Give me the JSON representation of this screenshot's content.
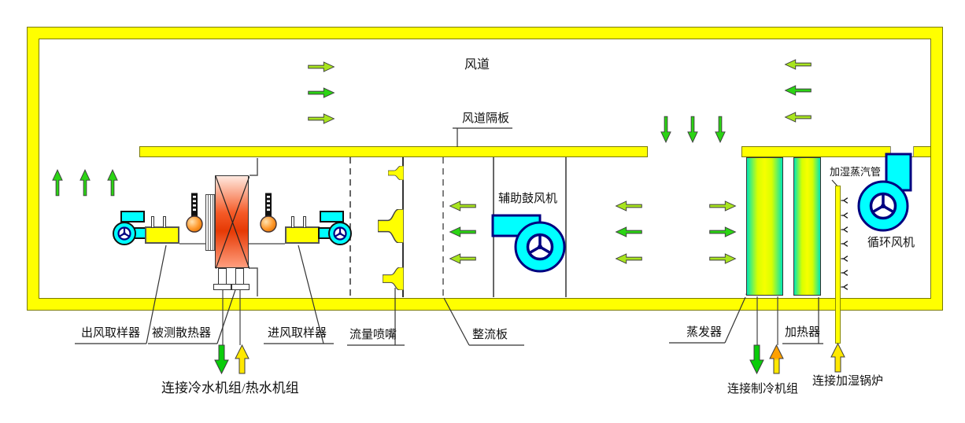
{
  "labels": {
    "duct": "风道",
    "duct_partition": "风道隔板",
    "auxiliary_blower": "辅助鼓风机",
    "humidifier_steam_pipe": "加湿蒸汽管",
    "circulation_fan": "循环风机",
    "outlet_air_sampler": "出风取样器",
    "tested_radiator": "被测散热器",
    "inlet_air_sampler": "进风取样器",
    "flow_nozzle": "流量喷嘴",
    "straightening_plate": "整流板",
    "evaporator": "蒸发器",
    "heater": "加热器",
    "chiller_heater_connection": "连接冷水机组/热水机组",
    "refrigeration_connection": "连接制冷机组",
    "humidifier_boiler_connection": "连接加湿锅炉"
  },
  "icons": {
    "blower_icon": "centrifugal-fan",
    "circulation_fan_icon": "centrifugal-fan",
    "thermometer_icon": "bulb-thermometer",
    "nozzle_icon": "bell-mouth-nozzle",
    "flow_arrow_icon": "airflow-arrow",
    "steam_nozzle_icon": "steam-spray-tick"
  },
  "colors": {
    "duct_yellow": "#FFFF00",
    "wall_outline": "#7A7A00",
    "arrow_green_light": "#A8E51E",
    "arrow_green": "#2BD414",
    "supply_green": "#0ACC0A",
    "supply_yellow": "#FFE800",
    "supply_orange": "#FFA000",
    "fan_cyan": "#00FFFF",
    "fan_outline": "#000080",
    "coil_cyan": "#00E6B4",
    "coil_yellow": "#F6FF00",
    "thermometer_orange": "#FF9A2E",
    "line_dark": "#333333"
  }
}
